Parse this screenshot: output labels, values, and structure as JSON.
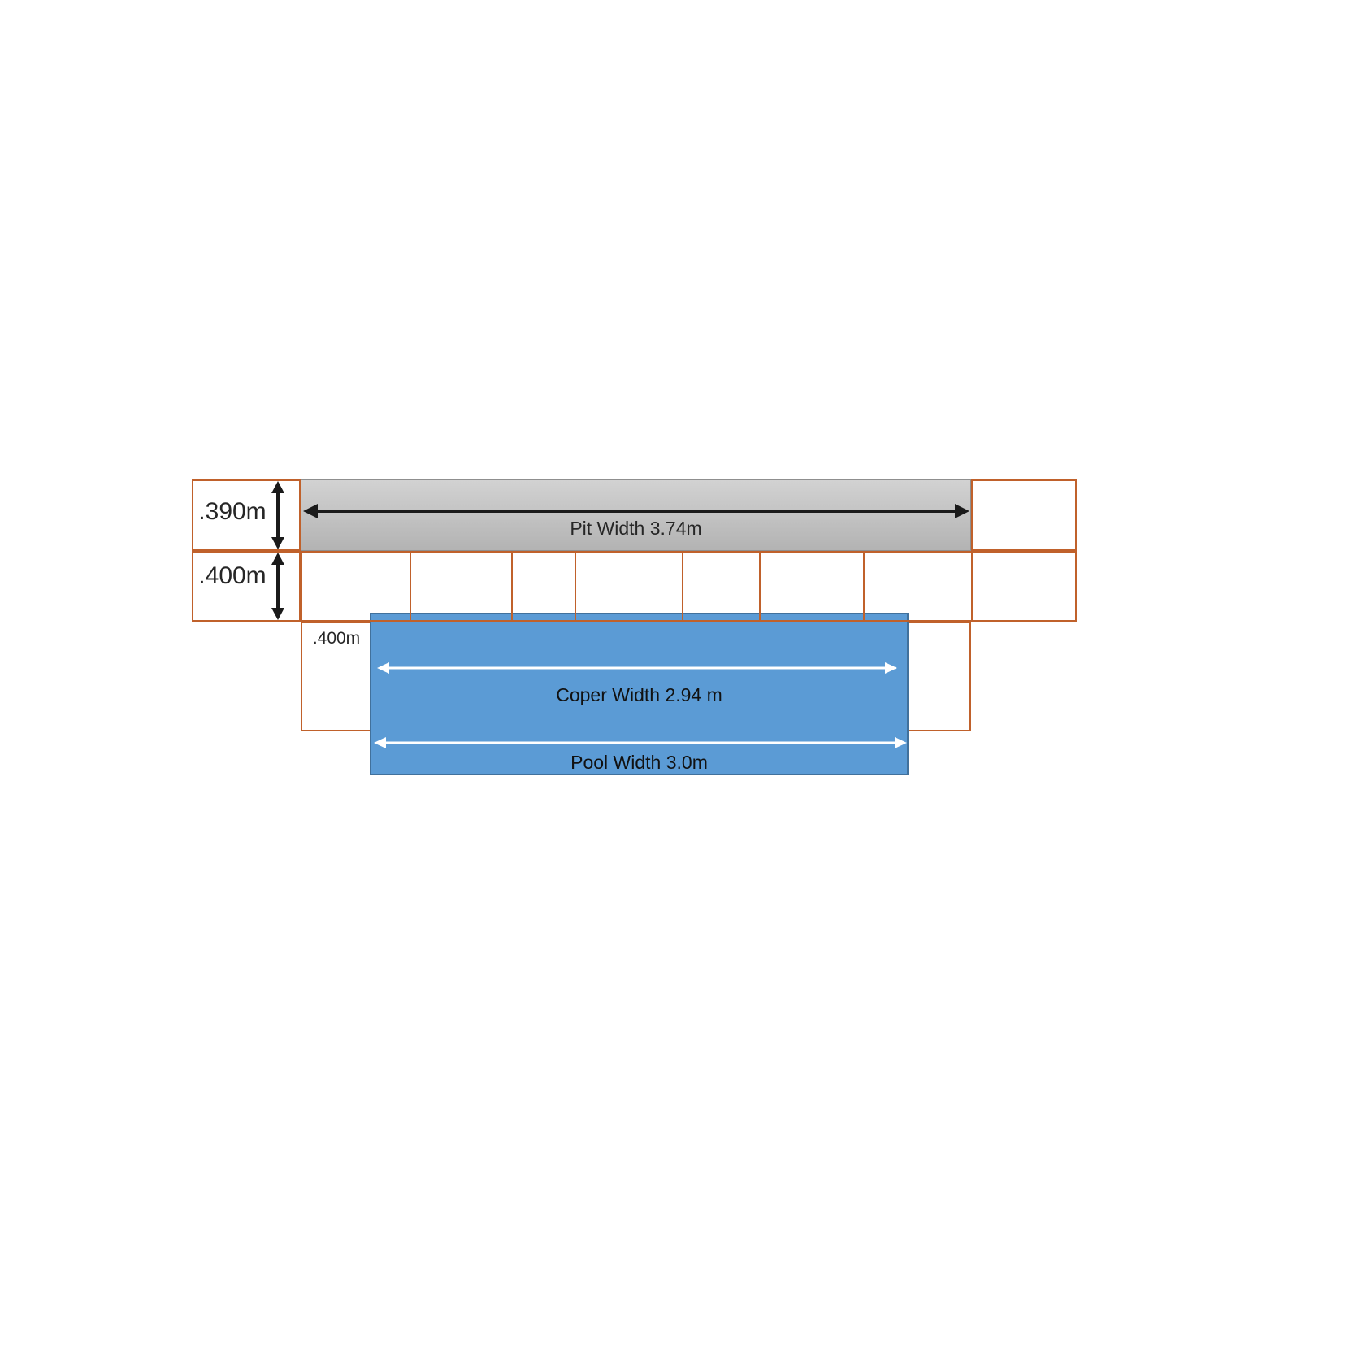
{
  "diagram": {
    "labels": {
      "dim_390": ".390m",
      "dim_400": ".400m",
      "pit_width": "Pit Width 3.74m",
      "side_dim": ".400m",
      "coper_width": "Coper Width 2.94 m",
      "pool_width": "Pool Width 3.0m"
    },
    "colors": {
      "outline": "#C0612B",
      "pit_fill_light": "#D2D2D2",
      "pit_fill_dark": "#B3B3B3",
      "pit_border": "#8F8F8F",
      "pool_fill": "#5B9BD5",
      "pool_border": "#41719C",
      "arrow_black": "#1A1A1A",
      "arrow_white": "#FFFFFF",
      "text": "#262626"
    }
  }
}
